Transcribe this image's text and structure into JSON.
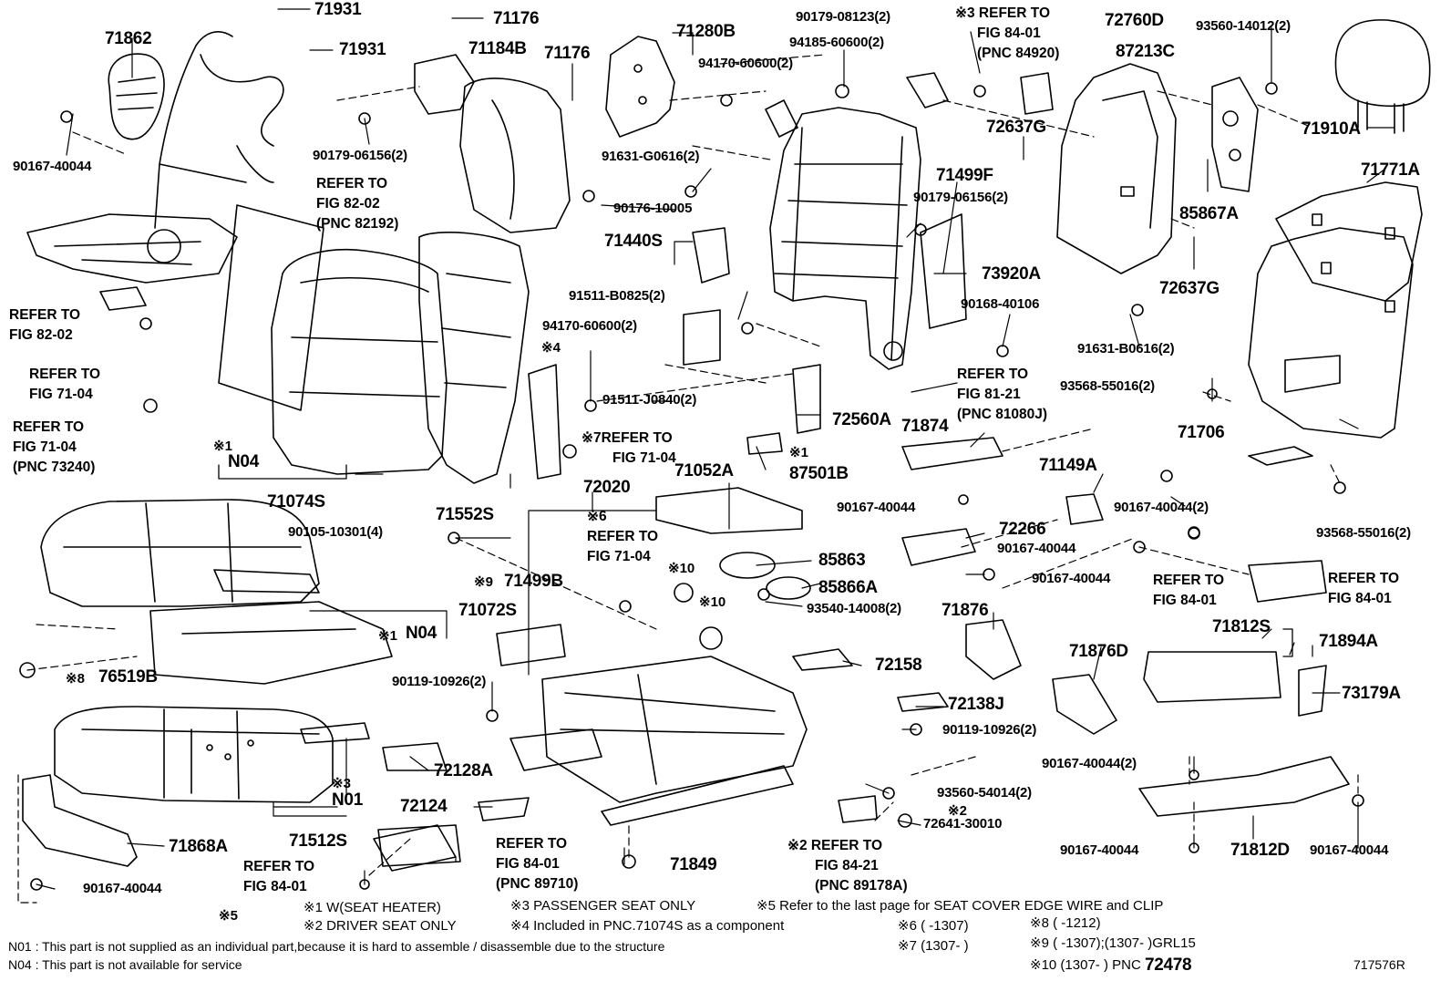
{
  "parts": {
    "p71931a": "71931",
    "p71931b": "71931",
    "p71176a": "71176",
    "p71184b": "71184B",
    "p71176b": "71176",
    "p71280b": "71280B",
    "p71862": "71862",
    "p90167_40044_a": "90167-40044",
    "p90179_06156_a": "90179-06156(2)",
    "p94170_60600_a": "94170-60600(2)",
    "p90179_08123": "90179-08123(2)",
    "p94185_60600": "94185-60600(2)",
    "p72760d": "72760D",
    "p87213c": "87213C",
    "p93560_14012": "93560-14012(2)",
    "p71910a": "71910A",
    "p72637g_a": "72637G",
    "p91631_g0616": "91631-G0616(2)",
    "p90176_10005": "90176-10005",
    "p71499f": "71499F",
    "p90179_06156_b": "90179-06156(2)",
    "p85867a": "85867A",
    "p71771a": "71771A",
    "p71440s": "71440S",
    "p73920a": "73920A",
    "p72637g_b": "72637G",
    "p91511_b0825": "91511-B0825(2)",
    "p90168_40106": "90168-40106",
    "p94170_60600_b": "94170-60600(2)",
    "p91631_b0616": "91631-B0616(2)",
    "p93568_55016_a": "93568-55016(2)",
    "p91511_j0840": "91511-J0840(2)",
    "p72560a": "72560A",
    "p71874": "71874",
    "p71706": "71706",
    "pN04a": "N04",
    "p71074s": "71074S",
    "p71552s": "71552S",
    "p87501b": "87501B",
    "p71052a": "71052A",
    "p72020": "72020",
    "p71149a": "71149A",
    "p90167_40044_b": "90167-40044",
    "p90167_40044_c": "90167-40044(2)",
    "p90105_10301": "90105-10301(4)",
    "p72266": "72266",
    "p93568_55016_b": "93568-55016(2)",
    "p85863": "85863",
    "p90167_40044_d": "90167-40044",
    "p71499b": "71499B",
    "p85866a": "85866A",
    "p90167_40044_e": "90167-40044",
    "p71072s": "71072S",
    "p93540_14008": "93540-14008(2)",
    "p71876": "71876",
    "p71812s": "71812S",
    "p71894a": "71894A",
    "pN04b": "N04",
    "p76519b": "76519B",
    "p72158": "72158",
    "p71876d": "71876D",
    "p90119_10926_a": "90119-10926(2)",
    "p72138j": "72138J",
    "p73179a": "73179A",
    "p90119_10926_b": "90119-10926(2)",
    "p72128a": "72128A",
    "p90167_40044_f": "90167-40044(2)",
    "pN01": "N01",
    "p93560_54014": "93560-54014(2)",
    "p72124": "72124",
    "p72641_30010": "72641-30010",
    "p71512s": "71512S",
    "p71868a": "71868A",
    "p90167_40044_g": "90167-40044",
    "p71812d": "71812D",
    "p90167_40044_h": "90167-40044",
    "p71849": "71849",
    "p90167_40044_i": "90167-40044"
  },
  "refs": {
    "r_84_01_84920": [
      "※3 REFER TO",
      "FIG 84-01",
      "(PNC 84920)"
    ],
    "r_82_02_82192": [
      "REFER TO",
      "FIG 82-02",
      "(PNC 82192)"
    ],
    "r_82_02": [
      "REFER TO",
      "FIG 82-02"
    ],
    "r_71_04_a": [
      "REFER TO",
      "FIG 71-04"
    ],
    "r_71_04_73240": [
      "REFER TO",
      "FIG 71-04",
      "(PNC 73240)"
    ],
    "r_81_21": [
      "REFER TO",
      "FIG 81-21",
      "(PNC 81080J)"
    ],
    "r_71_04_b": [
      "※7REFER TO",
      "FIG 71-04"
    ],
    "r_71_04_c": [
      "※6",
      "REFER TO",
      "FIG 71-04"
    ],
    "r_84_01_a": [
      "REFER TO",
      "FIG 84-01"
    ],
    "r_84_01_b": [
      "REFER TO",
      "FIG 84-01"
    ],
    "r_84_01_89710": [
      "REFER TO",
      "FIG 84-01",
      "(PNC 89710)"
    ],
    "r_84_01_c": [
      "REFER TO",
      "FIG 84-01"
    ],
    "r_84_21": [
      "※2 REFER TO",
      "FIG 84-21",
      "(PNC 89178A)"
    ]
  },
  "marks": {
    "m1_n04": "※1",
    "m4": "※4",
    "m1_87501": "※1",
    "m9": "※9",
    "m10a": "※10",
    "m10b": "※10",
    "m1_n04b": "※1",
    "m8": "※8",
    "m3": "※3",
    "m2": "※2",
    "m5": "※5"
  },
  "legend": {
    "l1": "※1  W(SEAT  HEATER)",
    "l2": "※2  DRIVER  SEAT  ONLY",
    "l3": "※3  PASSENGER  SEAT  ONLY",
    "l4": "※4  Included  in  PNC.71074S  as  a  component",
    "l5": "※5  Refer to the last page for SEAT COVER EDGE WIRE and CLIP",
    "l6": "※6 (      -1307)",
    "l7": "※7 (1307-      )",
    "l8": "※8 (      -1212)",
    "l9": "※9 (      -1307);(1307-      )GRL15",
    "l10a": "※10 (1307-      ) PNC",
    "l10b": "72478",
    "n01": "N01 : This part is not supplied as an individual part,because it is hard to assemble / disassemble due to the structure",
    "n04": "N04 : This part is not available for service",
    "code": "717576R"
  }
}
